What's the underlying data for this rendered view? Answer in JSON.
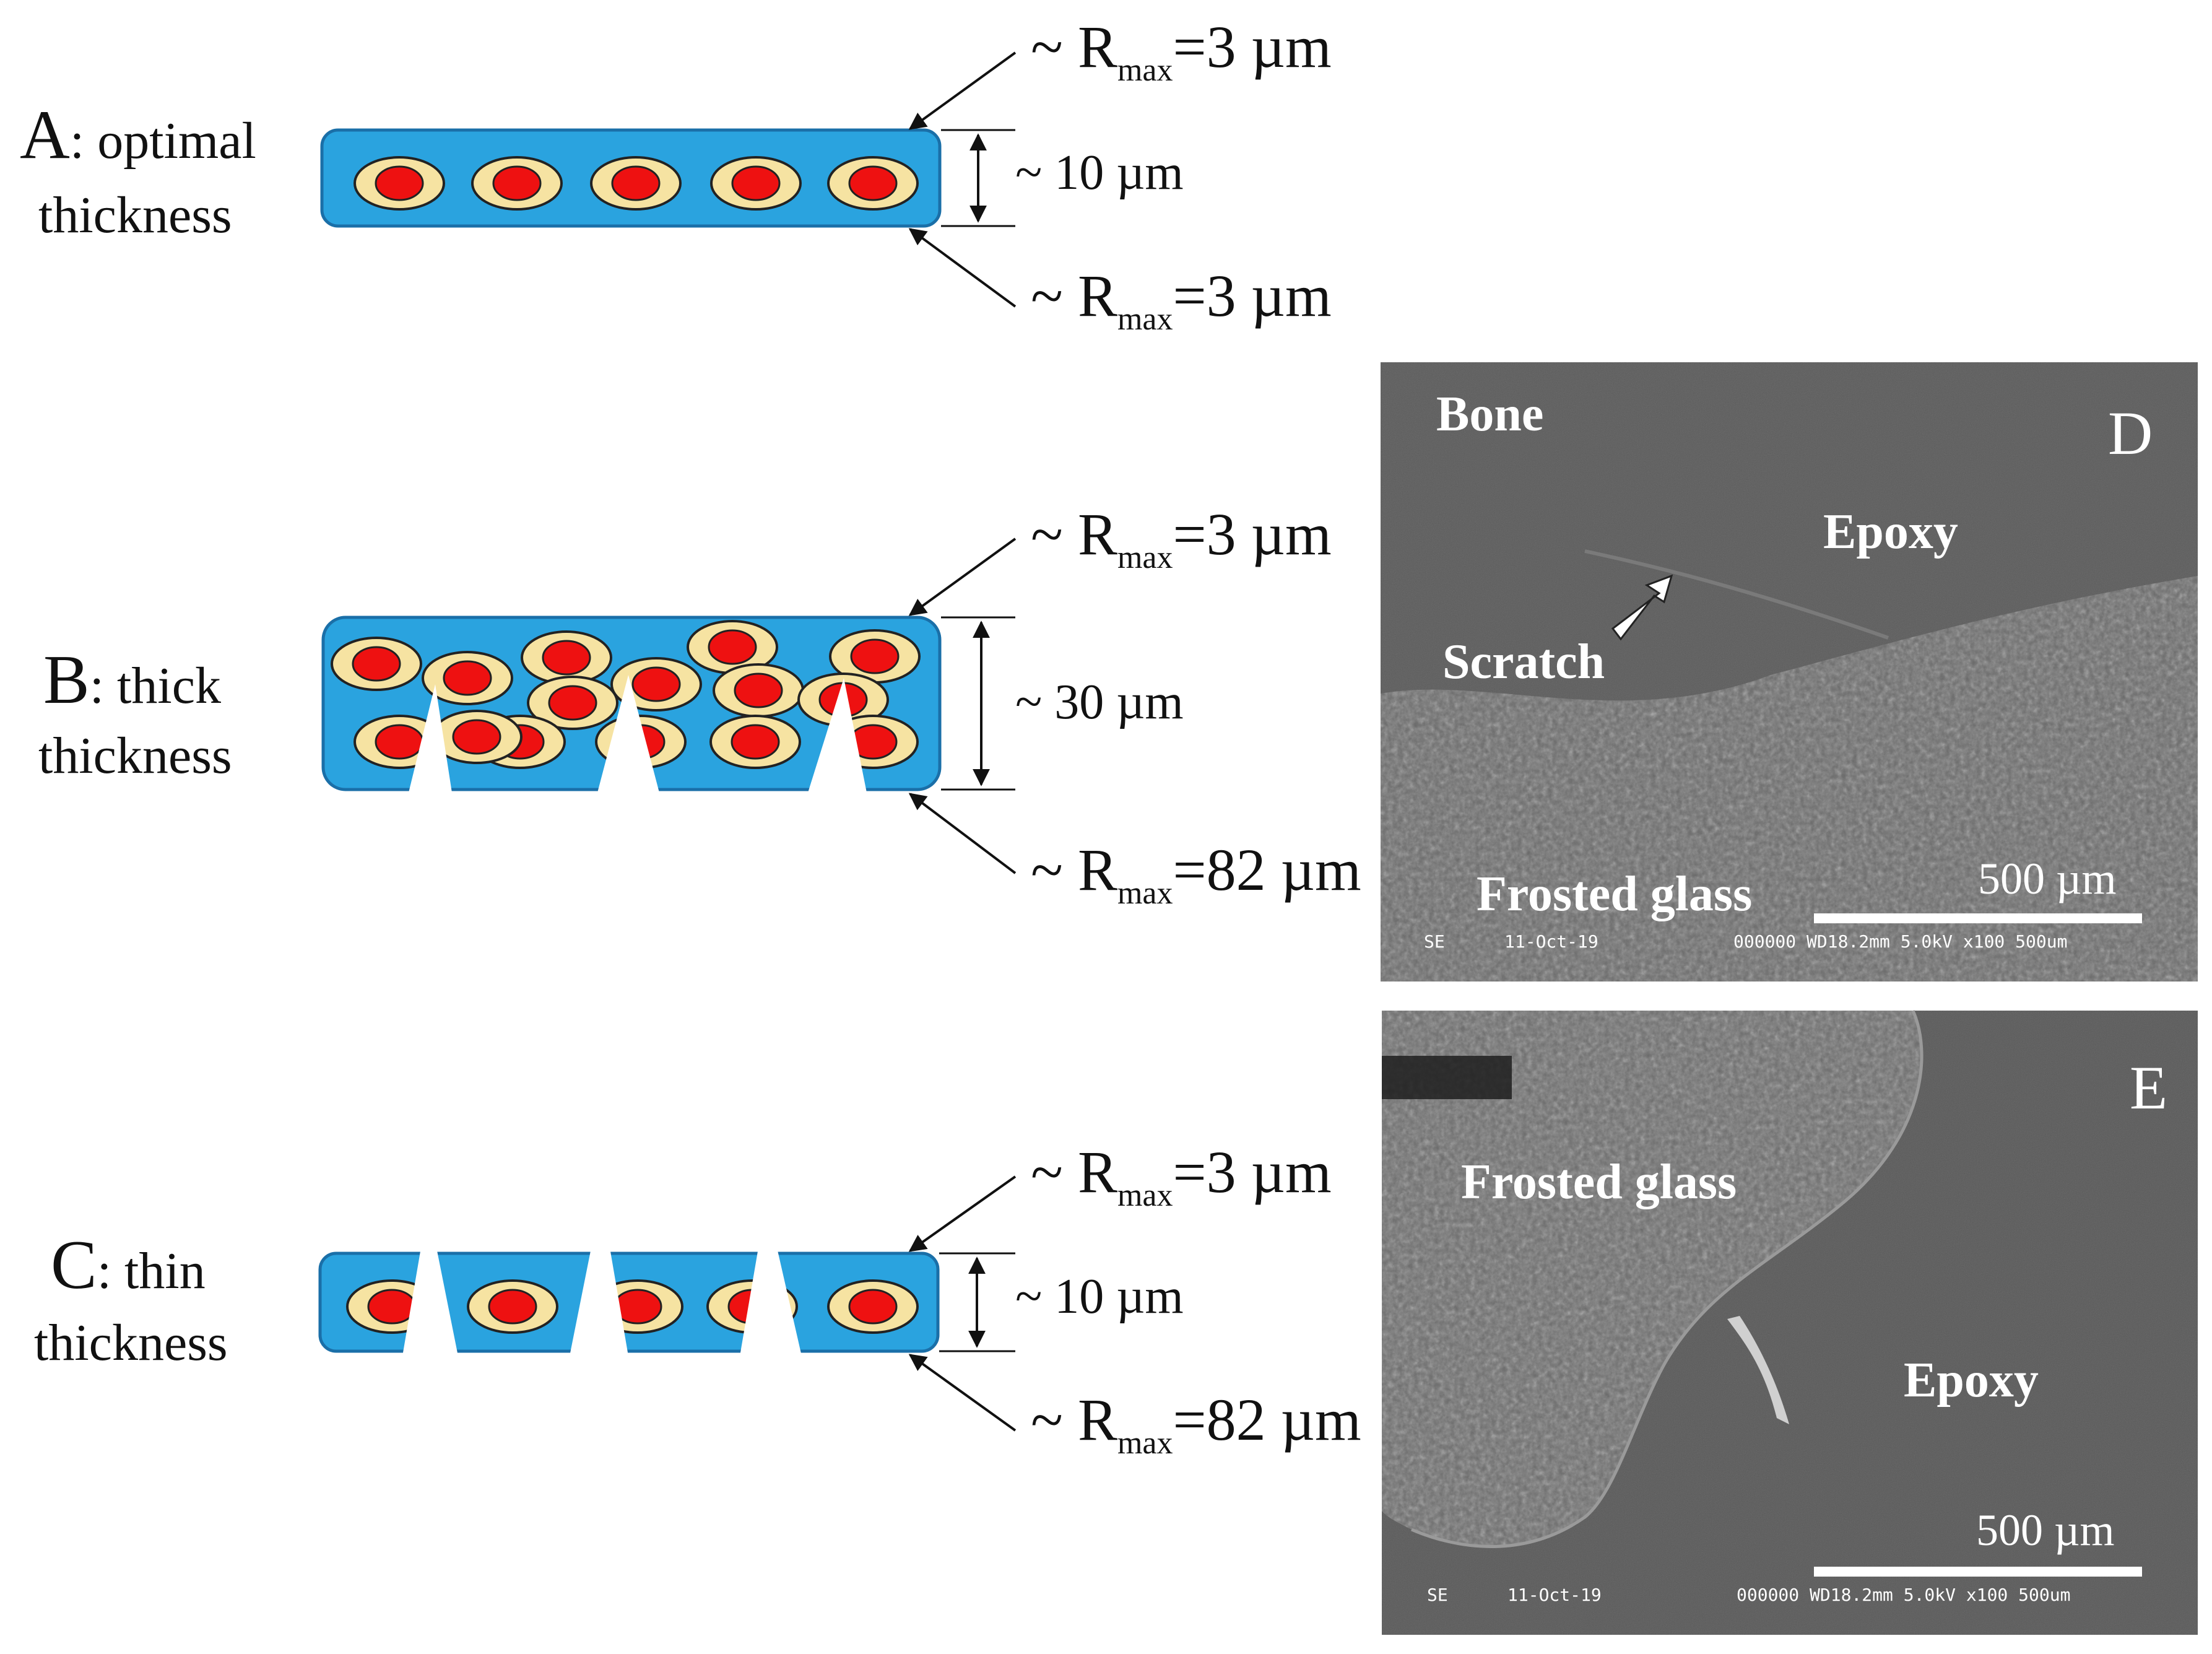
{
  "panels": {
    "a": {
      "letter": "A",
      "desc_line1": ": optimal",
      "desc_line2": "thickness",
      "top_roughness": {
        "prefix": "~ R",
        "sub": "max",
        "value": "=3  µm"
      },
      "thickness": "~ 10 µm",
      "bottom_roughness": {
        "prefix": "~ R",
        "sub": "max",
        "value": "=3  µm"
      }
    },
    "b": {
      "letter": "B",
      "desc_line1": ": thick",
      "desc_line2": "thickness",
      "top_roughness": {
        "prefix": "~ R",
        "sub": "max",
        "value": "=3  µm"
      },
      "thickness": "~ 30 µm",
      "bottom_roughness": {
        "prefix": "~ R",
        "sub": "max",
        "value": "=82  µm"
      }
    },
    "c": {
      "letter": "C",
      "desc_line1": ": thin",
      "desc_line2": "thickness",
      "top_roughness": {
        "prefix": "~ R",
        "sub": "max",
        "value": "=3  µm"
      },
      "thickness": "~ 10 µm",
      "bottom_roughness": {
        "prefix": "~ R",
        "sub": "max",
        "value": "=82  µm"
      }
    }
  },
  "sem_d": {
    "letter": "D",
    "label_bone": "Bone",
    "label_epoxy": "Epoxy",
    "label_scratch": "Scratch",
    "label_frosted": "Frosted glass",
    "scale_bar": "500 µm",
    "meta_mode": "SE",
    "meta_date": "11-Oct-19",
    "meta_info": "000000 WD18.2mm  5.0kV x100   500um"
  },
  "sem_e": {
    "letter": "E",
    "label_frosted": "Frosted glass",
    "label_epoxy": "Epoxy",
    "scale_bar": "500 µm",
    "meta_mode": "SE",
    "meta_date": "11-Oct-19",
    "meta_info": "000000 WD18.2mm  5.0kV x100   500um"
  },
  "colors": {
    "layer_fill": "#2aa3df",
    "layer_stroke": "#1a6fa8",
    "cell_outer": "#f6e3a2",
    "cell_nucleus": "#ee1111",
    "sem_bg": "#5b5b5b"
  }
}
